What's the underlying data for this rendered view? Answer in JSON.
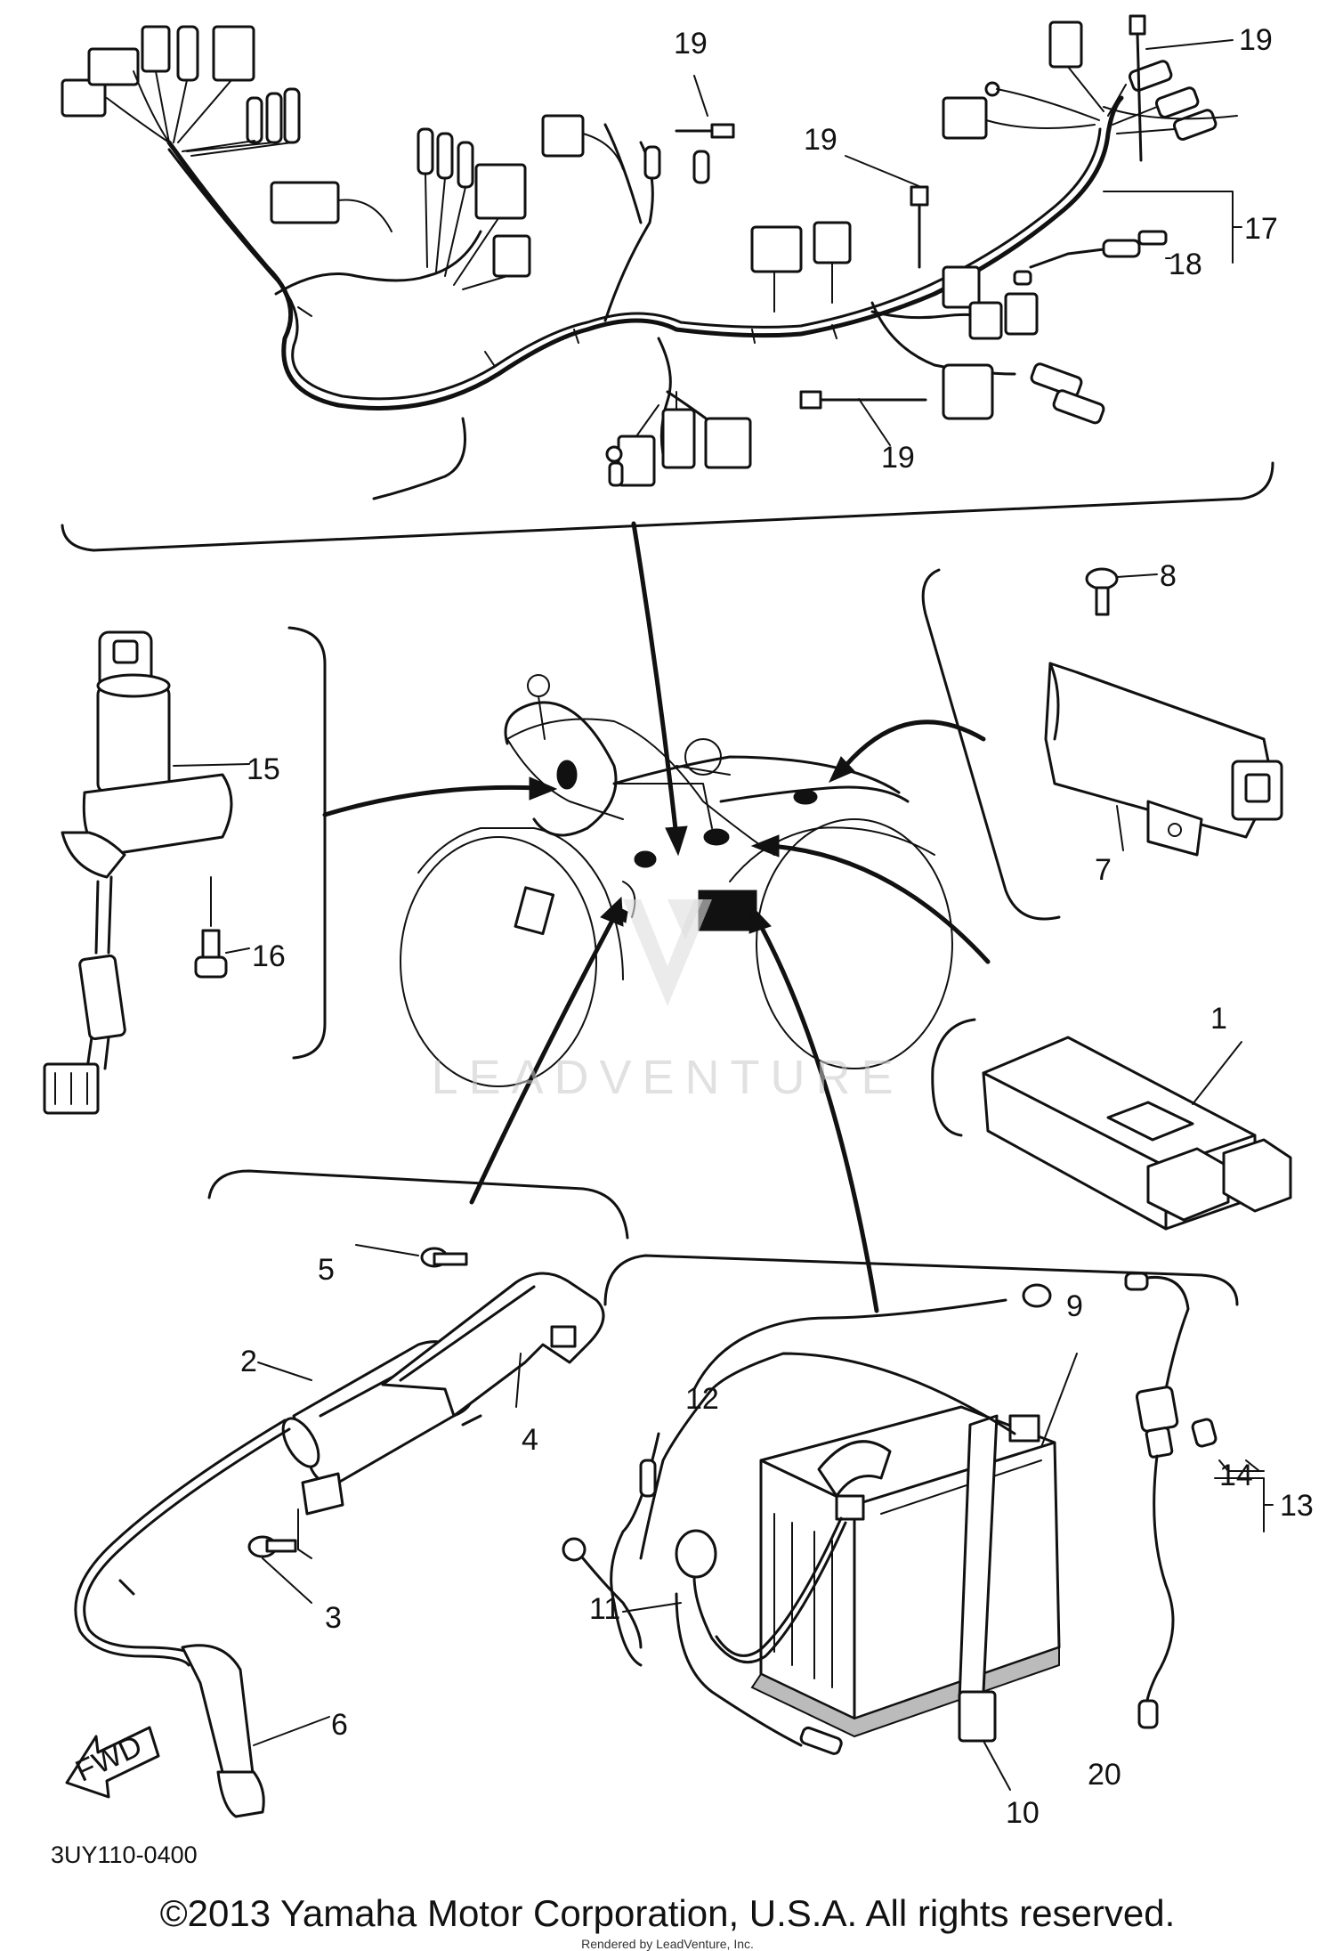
{
  "diagram": {
    "callouts": {
      "c1": "1",
      "c2": "2",
      "c3": "3",
      "c4": "4",
      "c5": "5",
      "c6": "6",
      "c7": "7",
      "c8": "8",
      "c9": "9",
      "c10": "10",
      "c11": "11",
      "c12": "12",
      "c13": "13",
      "c14": "14",
      "c15": "15",
      "c16": "16",
      "c17": "17",
      "c18": "18",
      "c19a": "19",
      "c19b": "19",
      "c19c": "19",
      "c19d": "19",
      "c20": "20"
    },
    "fwd_label": "FWD",
    "part_code": "3UY110-0400",
    "watermark": "LEADVENTURE"
  },
  "footer": {
    "copyright": "©2013 Yamaha Motor Corporation, U.S.A. All rights reserved.",
    "rendered_by": "Rendered by LeadVenture, Inc."
  }
}
